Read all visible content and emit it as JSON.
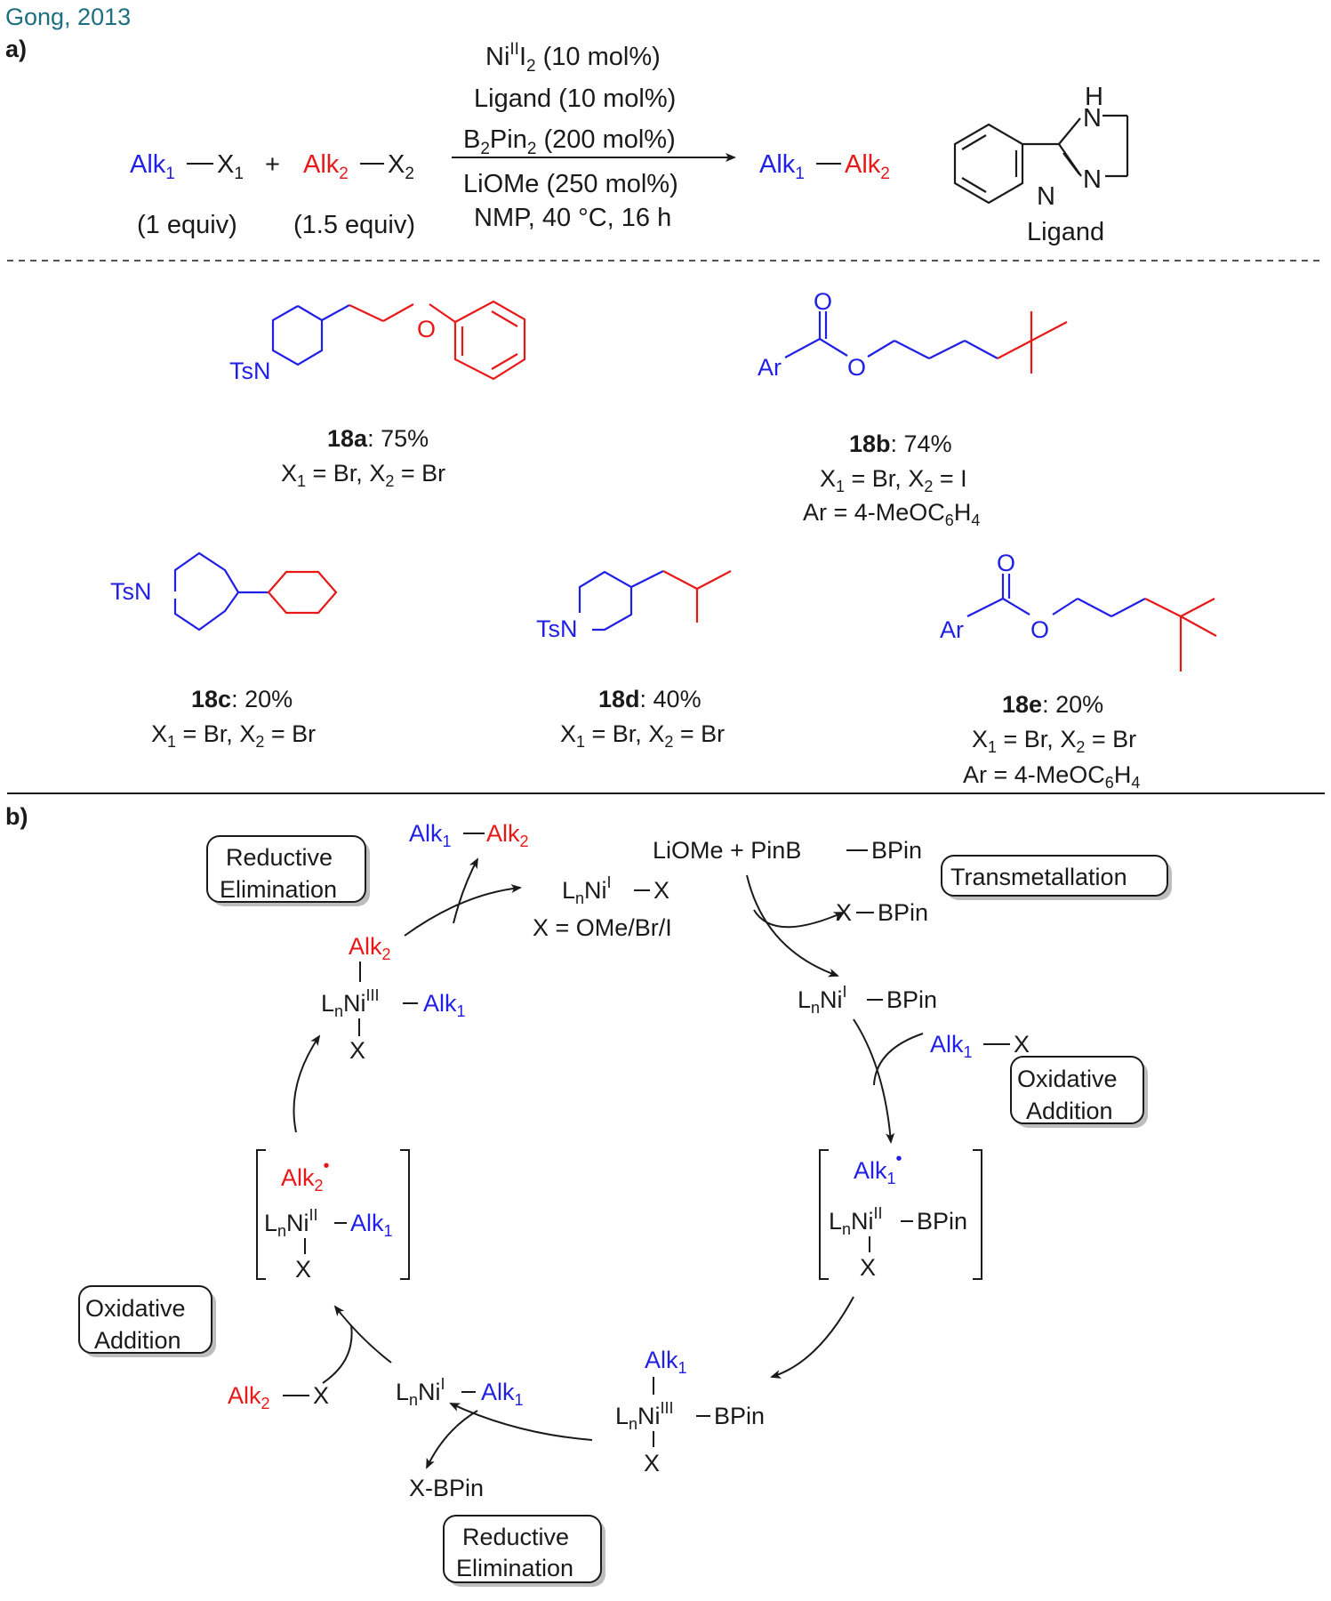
{
  "header": {
    "author_year": "Gong, 2013",
    "panel_a": "a)",
    "panel_b": "b)"
  },
  "colors": {
    "alk1": "#1f1fe6",
    "alk2": "#e81818",
    "header": "#1d6e80",
    "ink": "#1a1a1a"
  },
  "reaction": {
    "alk1": "Alk",
    "alk2": "Alk",
    "sub1": "1",
    "sub2": "2",
    "x": "X",
    "plus": "+",
    "equiv1": "(1 equiv)",
    "equiv2": "(1.5 equiv)",
    "cond_ni": "Ni",
    "cond_ni_sup": "II",
    "cond_ni_rest": "I",
    "cond_ni_sub": "2",
    "cond_ni_tail": " (10 mol%)",
    "cond_ligand": "Ligand (10 mol%)",
    "cond_b": "B",
    "cond_b_sub": "2",
    "cond_pin": "Pin",
    "cond_pin_sub": "2",
    "cond_b_tail": " (200 mol%)",
    "cond_base": "LiOMe (250 mol%)",
    "cond_solvent": "NMP, 40 °C, 16 h",
    "ligand_label": "Ligand",
    "ligand_H": "H",
    "ligand_N": "N"
  },
  "products": {
    "ts": "TsN",
    "ar": "Ar",
    "o": "O",
    "equals_br_br": " = Br, X",
    "br": " = Br",
    "a_id": "18a",
    "a_yield": ": 75%",
    "b_id": "18b",
    "b_yield": ": 74%",
    "b_x2": " = I",
    "ar_def": "Ar = 4-MeOC",
    "ar_sub6": "6",
    "ar_h": "H",
    "ar_sub4": "4",
    "c_id": "18c",
    "c_yield": ": 20%",
    "d_id": "18d",
    "d_yield": ": 40%",
    "e_id": "18e",
    "e_yield": ": 20%"
  },
  "cycle": {
    "box_reductive": [
      "Reductive",
      "Elimination"
    ],
    "box_transmetallation": "Transmetallation",
    "box_oxidative": [
      "Oxidative",
      "Addition"
    ],
    "box_oxidative2": [
      "Oxidative",
      "Addition"
    ],
    "box_reductive2": [
      "Reductive",
      "Elimination"
    ],
    "lioe": "LiOMe + PinB",
    "bpin": "BPin",
    "ln": "L",
    "n": "n",
    "ni": "Ni",
    "I": "I",
    "II": "II",
    "III": "III",
    "dash_x": "X",
    "x_def": "X = OMe/Br/I",
    "x_bpin": "X",
    "bpin_tail": "BPin",
    "x_bpin_hyphen": "X-BPin",
    "dot": "•"
  }
}
